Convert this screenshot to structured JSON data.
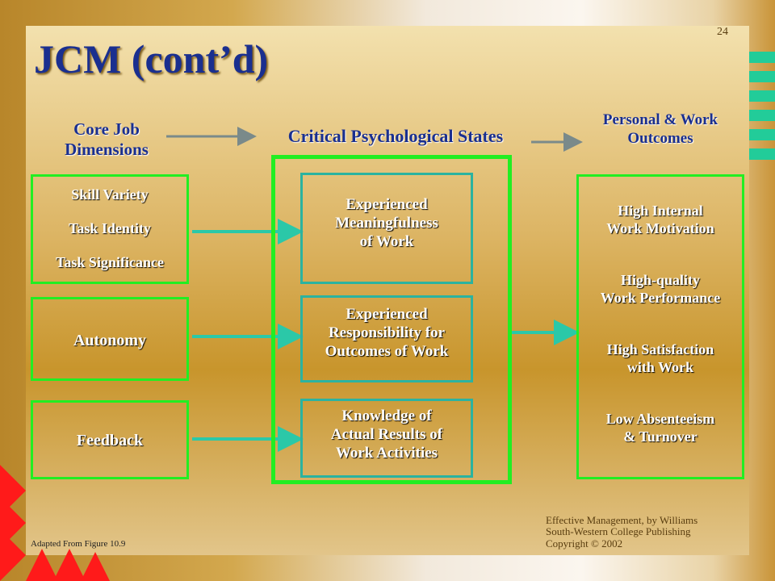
{
  "page_number": "24",
  "title": "JCM (cont’d)",
  "headers": {
    "core": "Core Job Dimensions",
    "states": "Critical Psychological States",
    "outcomes": "Personal & Work Outcomes"
  },
  "core_box": [
    "Skill Variety",
    "Task Identity",
    "Task Significance"
  ],
  "autonomy": "Autonomy",
  "feedback": "Feedback",
  "state1": [
    "Experienced",
    "Meaningfulness",
    "of Work"
  ],
  "state2": [
    "Experienced",
    "Responsibility for",
    "Outcomes of Work"
  ],
  "state3": [
    "Knowledge of",
    "Actual Results of",
    "Work Activities"
  ],
  "outcomes": [
    [
      "High Internal",
      "Work Motivation"
    ],
    [
      "High-quality",
      "Work Performance"
    ],
    [
      "High Satisfaction",
      "with Work"
    ],
    [
      "Low Absenteeism",
      "& Turnover"
    ]
  ],
  "adapted": "Adapted From Figure  10.9",
  "credit": [
    "Effective Management, by Williams",
    "South-Western College Publishing",
    "Copyright © 2002"
  ]
}
